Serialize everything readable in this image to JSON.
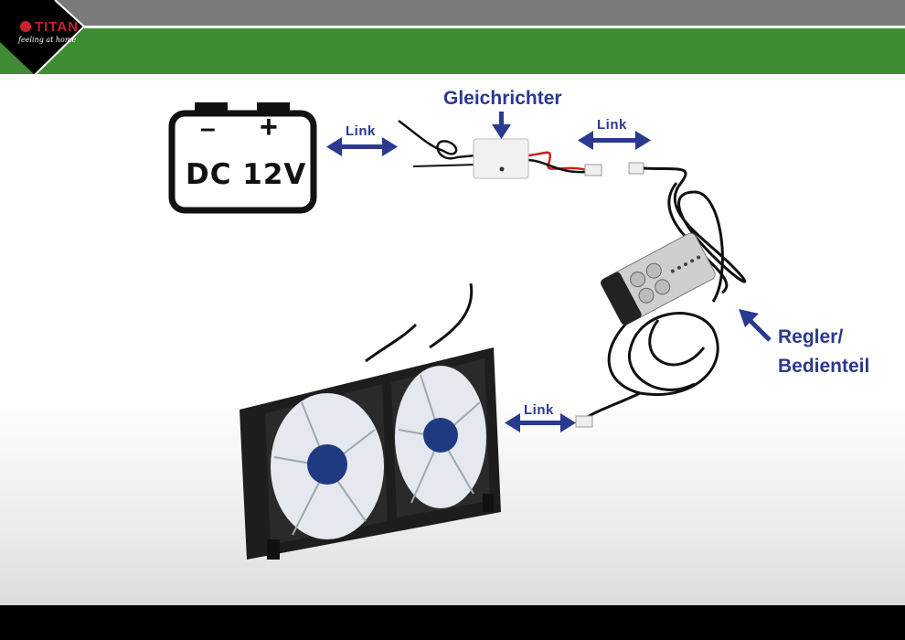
{
  "header": {
    "logo": {
      "brand": "TITAN",
      "tagline": "feeling at home"
    },
    "colors": {
      "top_bar": "#7a7a7a",
      "band": "#3f8d33",
      "logo_bg": "#000000",
      "label": "#2a3a8f"
    }
  },
  "diagram": {
    "battery": {
      "label": "DC 12V",
      "minus": "–",
      "plus": "+"
    },
    "rectifier_label": "Gleichrichter",
    "controller_label_line1": "Regler/",
    "controller_label_line2": "Bedienteil",
    "links": [
      {
        "label": "Link"
      },
      {
        "label": "Link"
      },
      {
        "label": "Link"
      }
    ]
  }
}
